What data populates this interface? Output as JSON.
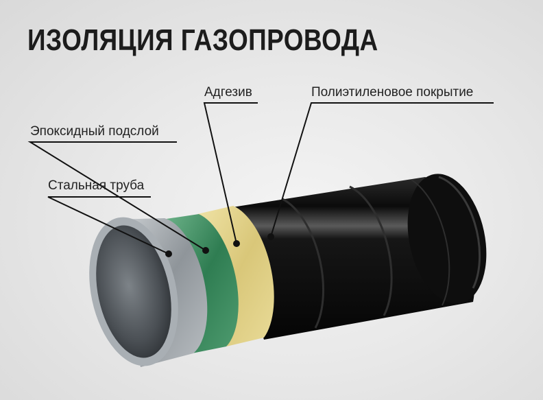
{
  "title": "ИЗОЛЯЦИЯ ГАЗОПРОВОДА",
  "layers": {
    "steel": "Стальная труба",
    "epoxy": "Эпоксидный подслой",
    "adhesive": "Адгезив",
    "polyethylene": "Полиэтиленовое покрытие"
  },
  "colors": {
    "steel": "#9aa0a5",
    "epoxy": "#3f8f63",
    "adhesive": "#e4d48c",
    "polyethylene": "#141414",
    "background": "#e6e6e6"
  }
}
